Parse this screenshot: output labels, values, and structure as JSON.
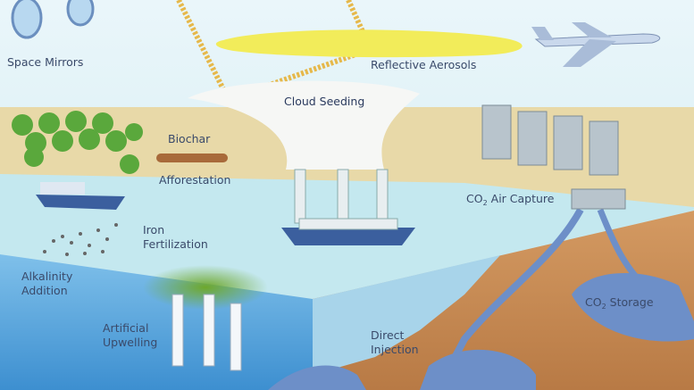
{
  "labels": {
    "space_mirrors": "Space Mirrors",
    "reflective_aerosols": "Reflective Aerosols",
    "cloud_seeding": "Cloud Seeding",
    "biochar": "Biochar",
    "afforestation": "Afforestation",
    "co2_air_capture_prefix": "CO",
    "co2_air_capture_sub": "2",
    "co2_air_capture_suffix": " Air Capture",
    "iron_fertilization_1": "Iron",
    "iron_fertilization_2": "Fertilization",
    "alkalinity_1": "Alkalinity",
    "alkalinity_2": "Addition",
    "upwelling_1": "Artificial",
    "upwelling_2": "Upwelling",
    "direct_injection_1": "Direct",
    "direct_injection_2": "Injection",
    "co2_storage_prefix": "CO",
    "co2_storage_sub": "2",
    "co2_storage_suffix": " Storage"
  },
  "colors": {
    "sky": "#d6eef5",
    "land": "#e6d6a4",
    "sea_surface": "#bfe6ee",
    "ocean_face": "#5ca6dc",
    "earth": "#c68a55",
    "aerosol": "#f2ec5a",
    "beam": "#e6b84a",
    "tree": "#5aa83c"
  }
}
